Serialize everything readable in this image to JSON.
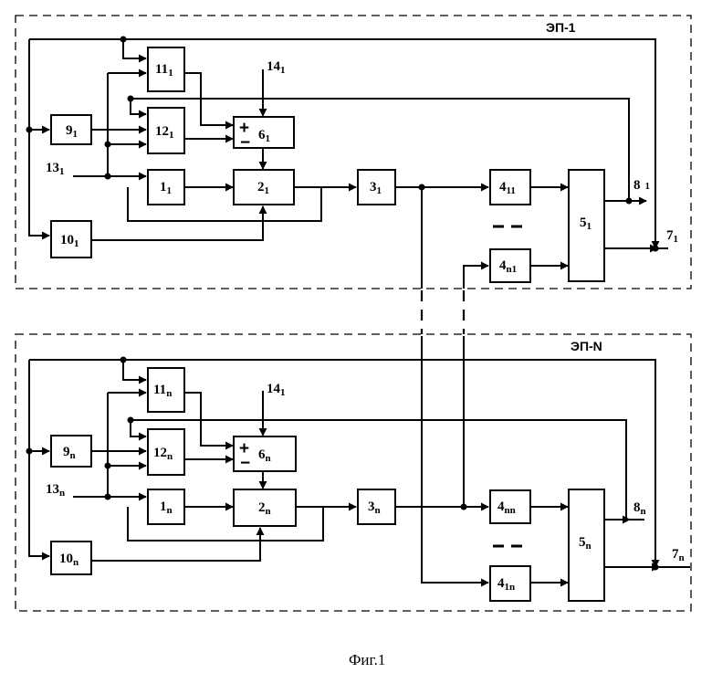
{
  "frames": [
    {
      "label": "ЭП-1",
      "blocks": {
        "b9": {
          "main": "9",
          "sub": "1"
        },
        "b10": {
          "main": "10",
          "sub": "1"
        },
        "b11": {
          "main": "11",
          "sub": "1"
        },
        "b12": {
          "main": "12",
          "sub": "1"
        },
        "b6": {
          "main": "6",
          "sub": "1"
        },
        "b1": {
          "main": "1",
          "sub": "1"
        },
        "b2": {
          "main": "2",
          "sub": "1"
        },
        "b3": {
          "main": "3",
          "sub": "1"
        },
        "b4a": {
          "main": "4",
          "sub": "11"
        },
        "b4b": {
          "main": "4",
          "sub": "n1"
        },
        "b5": {
          "main": "5",
          "sub": "1"
        }
      },
      "terminals": {
        "t13": {
          "main": "13",
          "sub": "1"
        },
        "t14": {
          "main": "14",
          "sub": "1"
        },
        "t8": {
          "main": "8",
          "sub": "1"
        },
        "t7": {
          "main": "7",
          "sub": "1"
        }
      }
    },
    {
      "label": "ЭП-N",
      "blocks": {
        "b9": {
          "main": "9",
          "sub": "n"
        },
        "b10": {
          "main": "10",
          "sub": "n"
        },
        "b11": {
          "main": "11",
          "sub": "n"
        },
        "b12": {
          "main": "12",
          "sub": "n"
        },
        "b6": {
          "main": "6",
          "sub": "n"
        },
        "b1": {
          "main": "1",
          "sub": "n"
        },
        "b2": {
          "main": "2",
          "sub": "n"
        },
        "b3": {
          "main": "3",
          "sub": "n"
        },
        "b4a": {
          "main": "4",
          "sub": "nn"
        },
        "b4b": {
          "main": "4",
          "sub": "1n"
        },
        "b5": {
          "main": "5",
          "sub": "n"
        }
      },
      "terminals": {
        "t13": {
          "main": "13",
          "sub": "n"
        },
        "t14": {
          "main": "14",
          "sub": "1"
        },
        "t8": {
          "main": "8",
          "sub": "n"
        },
        "t7": {
          "main": "7",
          "sub": "n"
        }
      }
    }
  ],
  "sum_signs": {
    "plus": "+",
    "minus": "−"
  },
  "caption": "Фиг.1"
}
